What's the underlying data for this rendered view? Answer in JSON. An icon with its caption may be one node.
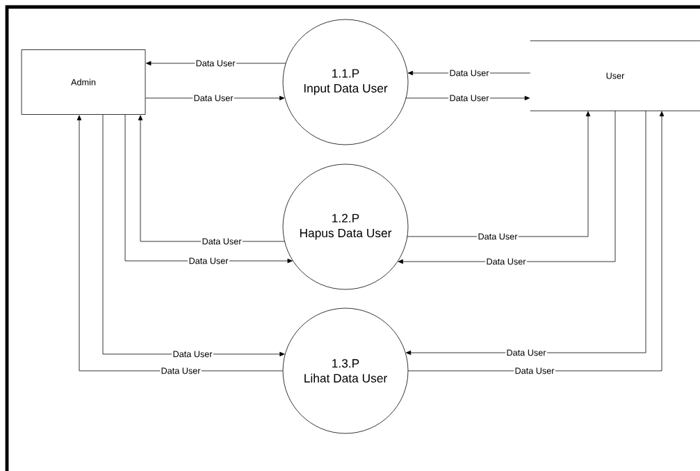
{
  "diagram": {
    "nodes": [
      {
        "text": [
          "Admin"
        ]
      },
      {
        "text": [
          "1.1.P",
          "Input Data User"
        ]
      },
      {
        "text": [
          "User"
        ]
      },
      {
        "text": [
          "1.2.P",
          "Hapus Data User"
        ]
      },
      {
        "text": [
          "1.3.P",
          "Lihat Data User"
        ]
      }
    ],
    "edges": [
      {
        "from": 1,
        "to": 0,
        "arrow": "to",
        "label": "Data User"
      },
      {
        "from": 0,
        "to": 1,
        "arrow": "to",
        "label": "Data User"
      },
      {
        "from": 2,
        "to": 1,
        "arrow": "to",
        "label": "Data User"
      },
      {
        "from": 1,
        "to": 2,
        "arrow": "to",
        "label": "Data User"
      },
      {
        "from": 3,
        "to": 0,
        "arrow": "to",
        "label": "Data User"
      },
      {
        "from": 0,
        "to": 3,
        "arrow": "to",
        "label": "Data User"
      },
      {
        "from": 3,
        "to": 2,
        "arrow": "to",
        "label": "Data User"
      },
      {
        "from": 2,
        "to": 3,
        "arrow": "to",
        "label": "Data User"
      },
      {
        "from": 0,
        "to": 4,
        "arrow": "to",
        "label": "Data User"
      },
      {
        "from": 4,
        "to": 0,
        "arrow": "to",
        "label": "Data User"
      },
      {
        "from": 2,
        "to": 4,
        "arrow": "to",
        "label": "Data User"
      },
      {
        "from": 4,
        "to": 2,
        "arrow": "to",
        "label": "Data User"
      }
    ]
  }
}
